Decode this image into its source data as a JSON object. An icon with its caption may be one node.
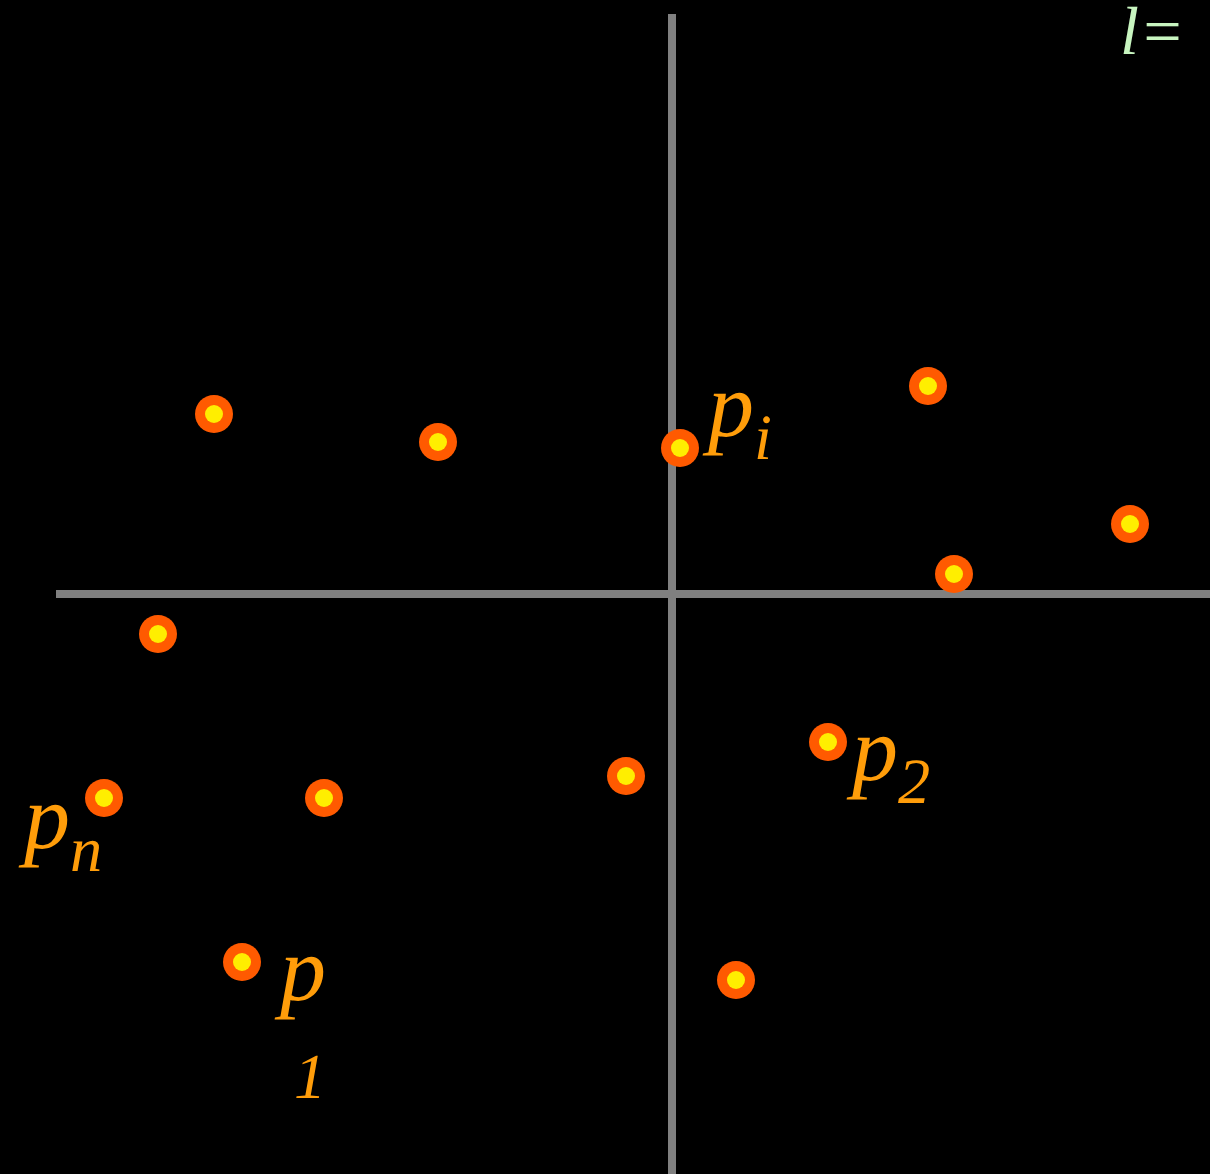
{
  "diagram": {
    "labels": [
      "l=",
      "p$_{i}$",
      "p$_{2}$",
      "p$_{n}$",
      "p",
      "1"
    ]
  }
}
